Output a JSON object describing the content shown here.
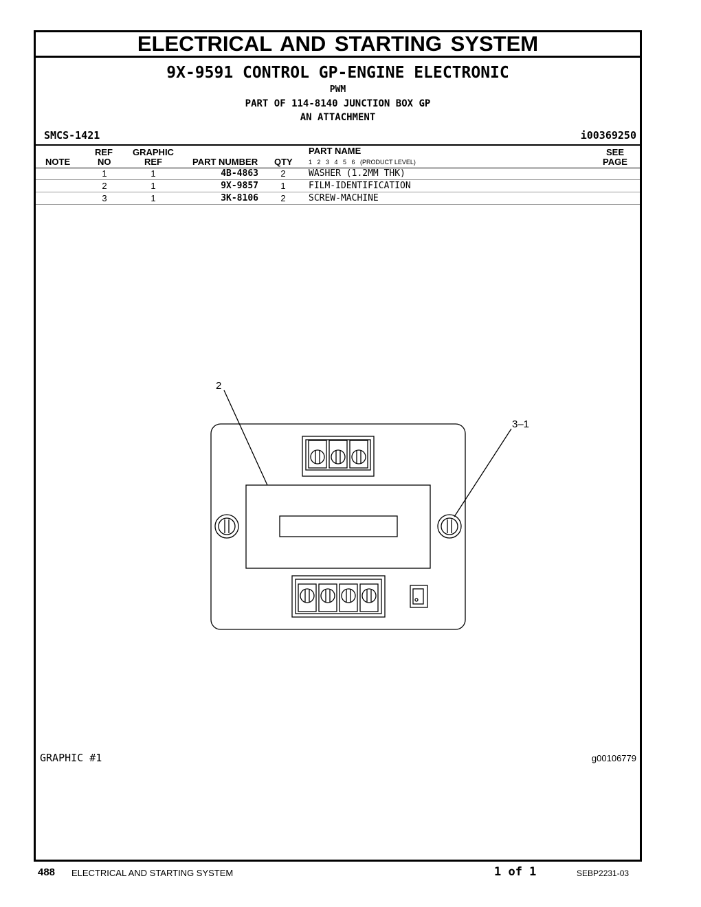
{
  "title": "ELECTRICAL AND STARTING SYSTEM",
  "group_title": "9X-9591 CONTROL GP-ENGINE ELECTRONIC",
  "subtitle_code": "PWM",
  "part_of": "PART OF 114-8140 JUNCTION BOX GP",
  "attachment": "AN ATTACHMENT",
  "smcs": "SMCS-1421",
  "info_id": "i00369250",
  "columns": {
    "note": "NOTE",
    "ref_top": "REF",
    "ref_bottom": "NO",
    "graphic_top": "GRAPHIC",
    "graphic_bottom": "REF",
    "part_number": "PART NUMBER",
    "qty": "QTY",
    "part_name": "PART NAME",
    "product_level": "1   2   3   4   5   6   (PRODUCT LEVEL)",
    "see_top": "SEE",
    "see_bottom": "PAGE"
  },
  "parts": [
    {
      "ref": "1",
      "graphic": "1",
      "part_number": "4B-4863",
      "qty": "2",
      "name": "WASHER (1.2MM THK)"
    },
    {
      "ref": "2",
      "graphic": "1",
      "part_number": "9X-9857",
      "qty": "1",
      "name": "FILM-IDENTIFICATION"
    },
    {
      "ref": "3",
      "graphic": "1",
      "part_number": "3K-8106",
      "qty": "2",
      "name": "SCREW-MACHINE"
    }
  ],
  "callouts": {
    "left": "2",
    "right": "3–1"
  },
  "graphic_label": "GRAPHIC #1",
  "graphic_id": "g00106779",
  "footer": {
    "page_number": "488",
    "section": "ELECTRICAL AND STARTING SYSTEM",
    "page_of": "1 of 1",
    "doc_id": "SEBP2231-03"
  }
}
